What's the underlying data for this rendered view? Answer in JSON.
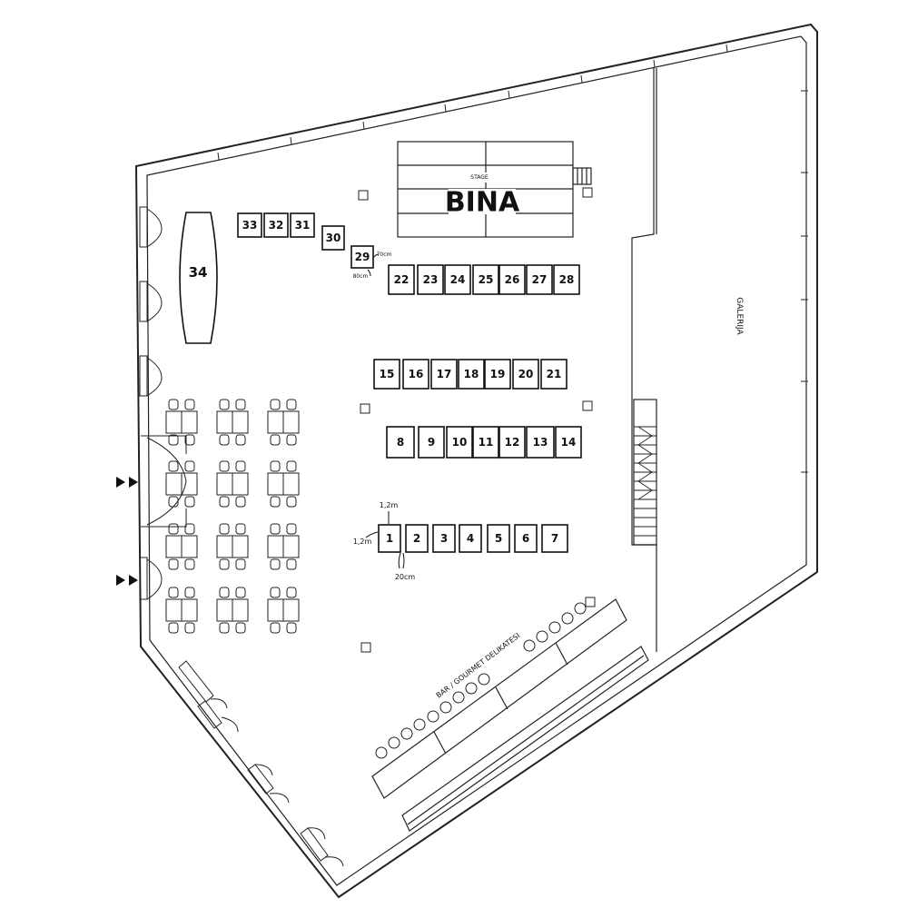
{
  "stage": {
    "small_label": "STAGE",
    "big_label": "BINA"
  },
  "gallery_label": "GALERIJA",
  "bar_label": "BAR / GOURMET DELIKATESI",
  "dimensions": {
    "d1": "1,2m",
    "d2": "1,2m",
    "d3": "20cm",
    "d4": "70cm",
    "d5": "80cm"
  },
  "large_table_label": "34",
  "booths": [
    "1",
    "2",
    "3",
    "4",
    "5",
    "6",
    "7",
    "8",
    "9",
    "10",
    "11",
    "12",
    "13",
    "14",
    "15",
    "16",
    "17",
    "18",
    "19",
    "20",
    "21",
    "22",
    "23",
    "24",
    "25",
    "26",
    "27",
    "28",
    "29",
    "30",
    "31",
    "32",
    "33"
  ]
}
